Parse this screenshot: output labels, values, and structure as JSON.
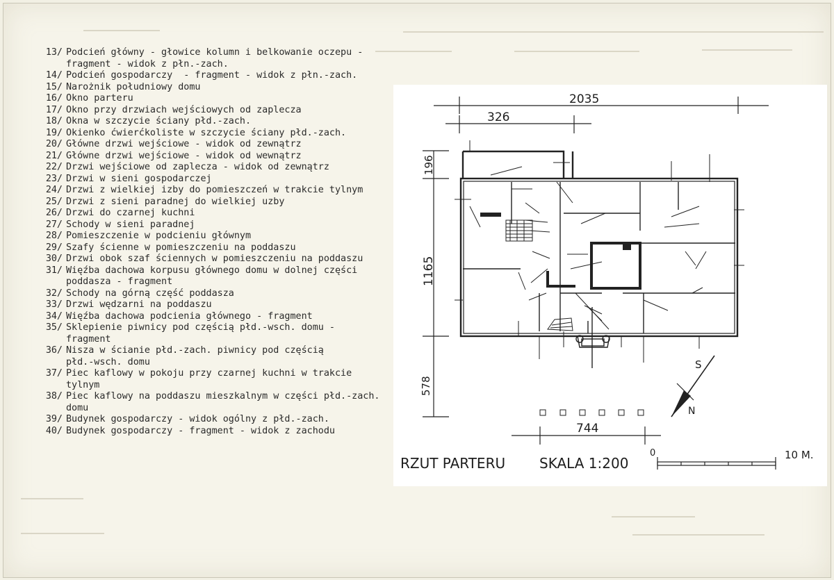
{
  "captions": [
    {
      "num": "13/",
      "text": "Podcień główny - głowice kolumn i belkowanie oczepu -\nfragment - widok z płn.-zach."
    },
    {
      "num": "14/",
      "text": "Podcień gospodarczy  - fragment - widok z płn.-zach."
    },
    {
      "num": "15/",
      "text": "Narożnik południowy domu"
    },
    {
      "num": "16/",
      "text": "Okno parteru"
    },
    {
      "num": "17/",
      "text": "Okno przy drzwiach wejściowych od zaplecza"
    },
    {
      "num": "18/",
      "text": "Okna w szczycie ściany płd.-zach."
    },
    {
      "num": "19/",
      "text": "Okienko ćwierćkoliste w szczycie ściany płd.-zach."
    },
    {
      "num": "20/",
      "text": "Główne drzwi wejściowe - widok od zewnątrz"
    },
    {
      "num": "21/",
      "text": "Główne drzwi wejściowe - widok od wewnątrz"
    },
    {
      "num": "22/",
      "text": "Drzwi wejściowe od zaplecza - widok od zewnątrz"
    },
    {
      "num": "23/",
      "text": "Drzwi w sieni gospodarczej"
    },
    {
      "num": "24/",
      "text": "Drzwi z wielkiej izby do pomieszczeń w trakcie tylnym"
    },
    {
      "num": "25/",
      "text": "Drzwi z sieni paradnej do wielkiej uzby"
    },
    {
      "num": "26/",
      "text": "Drzwi do czarnej kuchni"
    },
    {
      "num": "27/",
      "text": "Schody w sieni paradnej"
    },
    {
      "num": "28/",
      "text": "Pomieszczenie w podcieniu głównym"
    },
    {
      "num": "29/",
      "text": "Szafy ścienne w pomieszczeniu na poddaszu"
    },
    {
      "num": "30/",
      "text": "Drzwi obok szaf ściennych w pomieszczeniu na poddaszu"
    },
    {
      "num": "31/",
      "text": "Więźba dachowa korpusu głównego domu w dolnej części\npoddasza - fragment"
    },
    {
      "num": "32/",
      "text": "Schody na górną część poddasza"
    },
    {
      "num": "33/",
      "text": "Drzwi wędzarni na poddaszu"
    },
    {
      "num": "34/",
      "text": "Więźba dachowa podcienia głównego - fragment"
    },
    {
      "num": "35/",
      "text": "Sklepienie piwnicy pod częścią płd.-wsch. domu -\nfragment"
    },
    {
      "num": "36/",
      "text": "Nisza w ścianie płd.-zach. piwnicy pod częścią\npłd.-wsch. domu"
    },
    {
      "num": "37/",
      "text": "Piec kaflowy w pokoju przy czarnej kuchni w trakcie\ntylnym"
    },
    {
      "num": "38/",
      "text": "Piec kaflowy na poddaszu mieszkalnym w części płd.-zach.\ndomu"
    },
    {
      "num": "39/",
      "text": "Budynek gospodarczy - widok ogólny z płd.-zach."
    },
    {
      "num": "40/",
      "text": "Budynek gospodarczy - fragment - widok z zachodu"
    }
  ],
  "plan": {
    "title": "RZUT PARTERU",
    "scale_label": "SKALA 1:200",
    "dimensions": {
      "total_width": "2035",
      "partial_width": "326",
      "left_top": "196",
      "left_main": "1165",
      "left_bottom": "578",
      "bottom": "744"
    },
    "compass": {
      "south": "S",
      "north": "N"
    },
    "scale_bar": {
      "start": "0",
      "end": "10 M."
    }
  }
}
